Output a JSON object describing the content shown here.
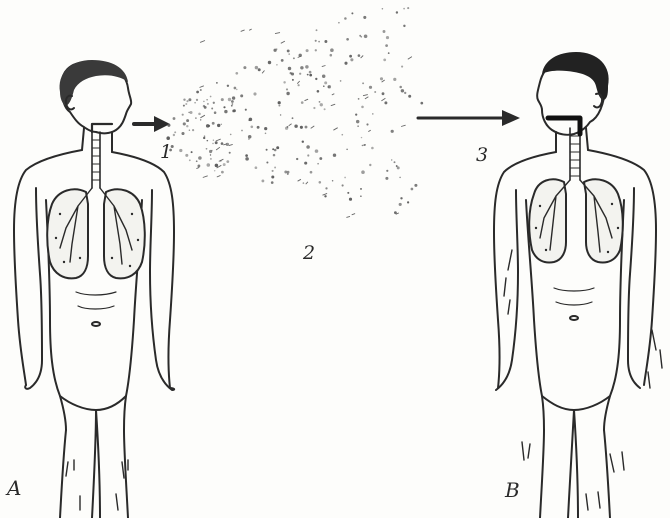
{
  "labels": {
    "person_a": "A",
    "person_b": "B",
    "step_1": "1",
    "step_2": "2",
    "step_3": "3"
  },
  "colors": {
    "line": "#2a2a2a",
    "hair": "#3a3a3a",
    "organ_fill": "#f3f3ef",
    "background": "#fdfdfb"
  },
  "icons": {
    "exhale_arrow": "arrow-right-icon",
    "inhale_arrow": "arrow-right-icon"
  }
}
